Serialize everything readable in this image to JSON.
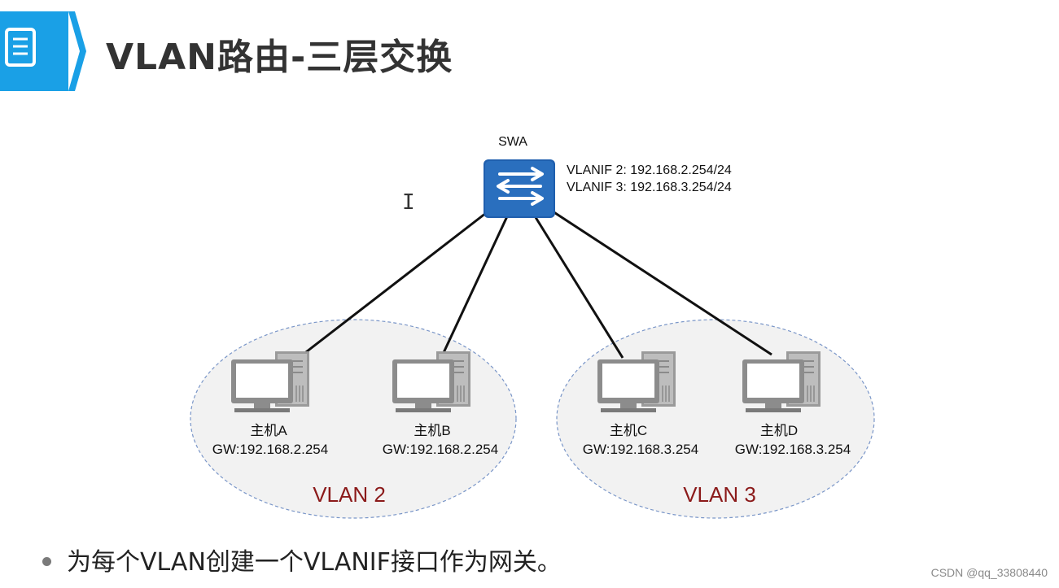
{
  "header": {
    "title": "VLAN路由-三层交换",
    "icon": "document-list-icon",
    "accent_color": "#1aa0e6"
  },
  "diagram": {
    "switch": {
      "name": "SWA",
      "icon": "switch-arrows-icon",
      "interfaces": [
        "VLANIF 2: 192.168.2.254/24",
        "VLANIF 3: 192.168.3.254/24"
      ]
    },
    "vlans": [
      {
        "label": "VLAN 2",
        "label_color": "#8b1a1a"
      },
      {
        "label": "VLAN 3",
        "label_color": "#8b1a1a"
      }
    ],
    "hosts": [
      {
        "name": "主机A",
        "gateway": "GW:192.168.2.254"
      },
      {
        "name": "主机B",
        "gateway": "GW:192.168.2.254"
      },
      {
        "name": "主机C",
        "gateway": "GW:192.168.3.254"
      },
      {
        "name": "主机D",
        "gateway": "GW:192.168.3.254"
      }
    ]
  },
  "bullets": [
    "为每个VLAN创建一个VLANIF接口作为网关。"
  ],
  "watermark": "CSDN @qq_33808440"
}
